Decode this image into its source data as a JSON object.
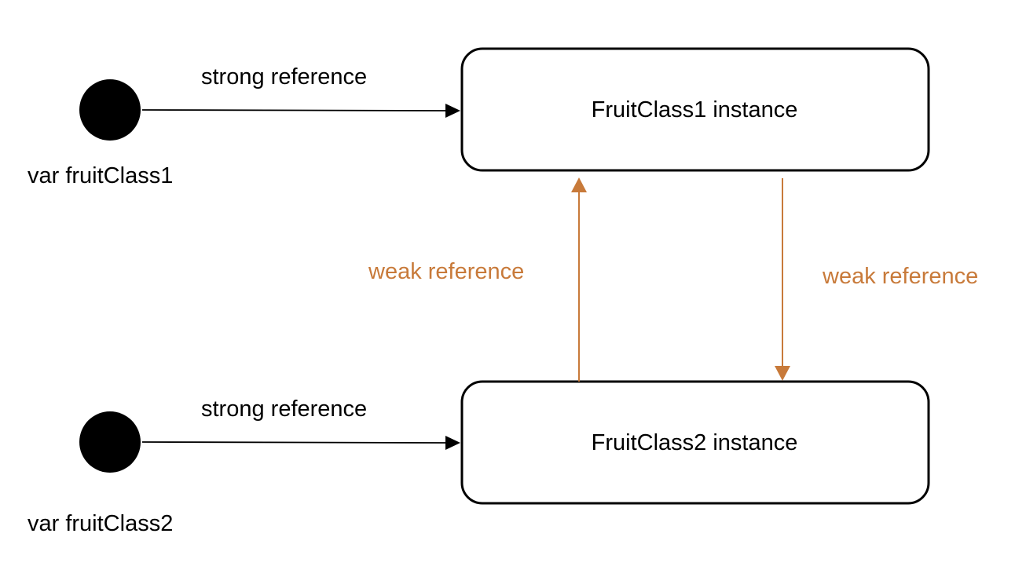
{
  "colors": {
    "strong": "#000000",
    "weak": "#c87a3a",
    "node_fill": "#000000",
    "box_fill": "#ffffff",
    "box_stroke": "#000000"
  },
  "variables": [
    {
      "label": "var fruitClass1"
    },
    {
      "label": "var fruitClass2"
    }
  ],
  "instances": [
    {
      "label": "FruitClass1 instance"
    },
    {
      "label": "FruitClass2 instance"
    }
  ],
  "edges": [
    {
      "label": "strong reference",
      "kind": "strong",
      "from": "var fruitClass1",
      "to": "FruitClass1 instance"
    },
    {
      "label": "strong reference",
      "kind": "strong",
      "from": "var fruitClass2",
      "to": "FruitClass2 instance"
    },
    {
      "label": "weak reference",
      "kind": "weak",
      "from": "FruitClass2 instance",
      "to": "FruitClass1 instance"
    },
    {
      "label": "weak reference",
      "kind": "weak",
      "from": "FruitClass1 instance",
      "to": "FruitClass2 instance"
    }
  ]
}
